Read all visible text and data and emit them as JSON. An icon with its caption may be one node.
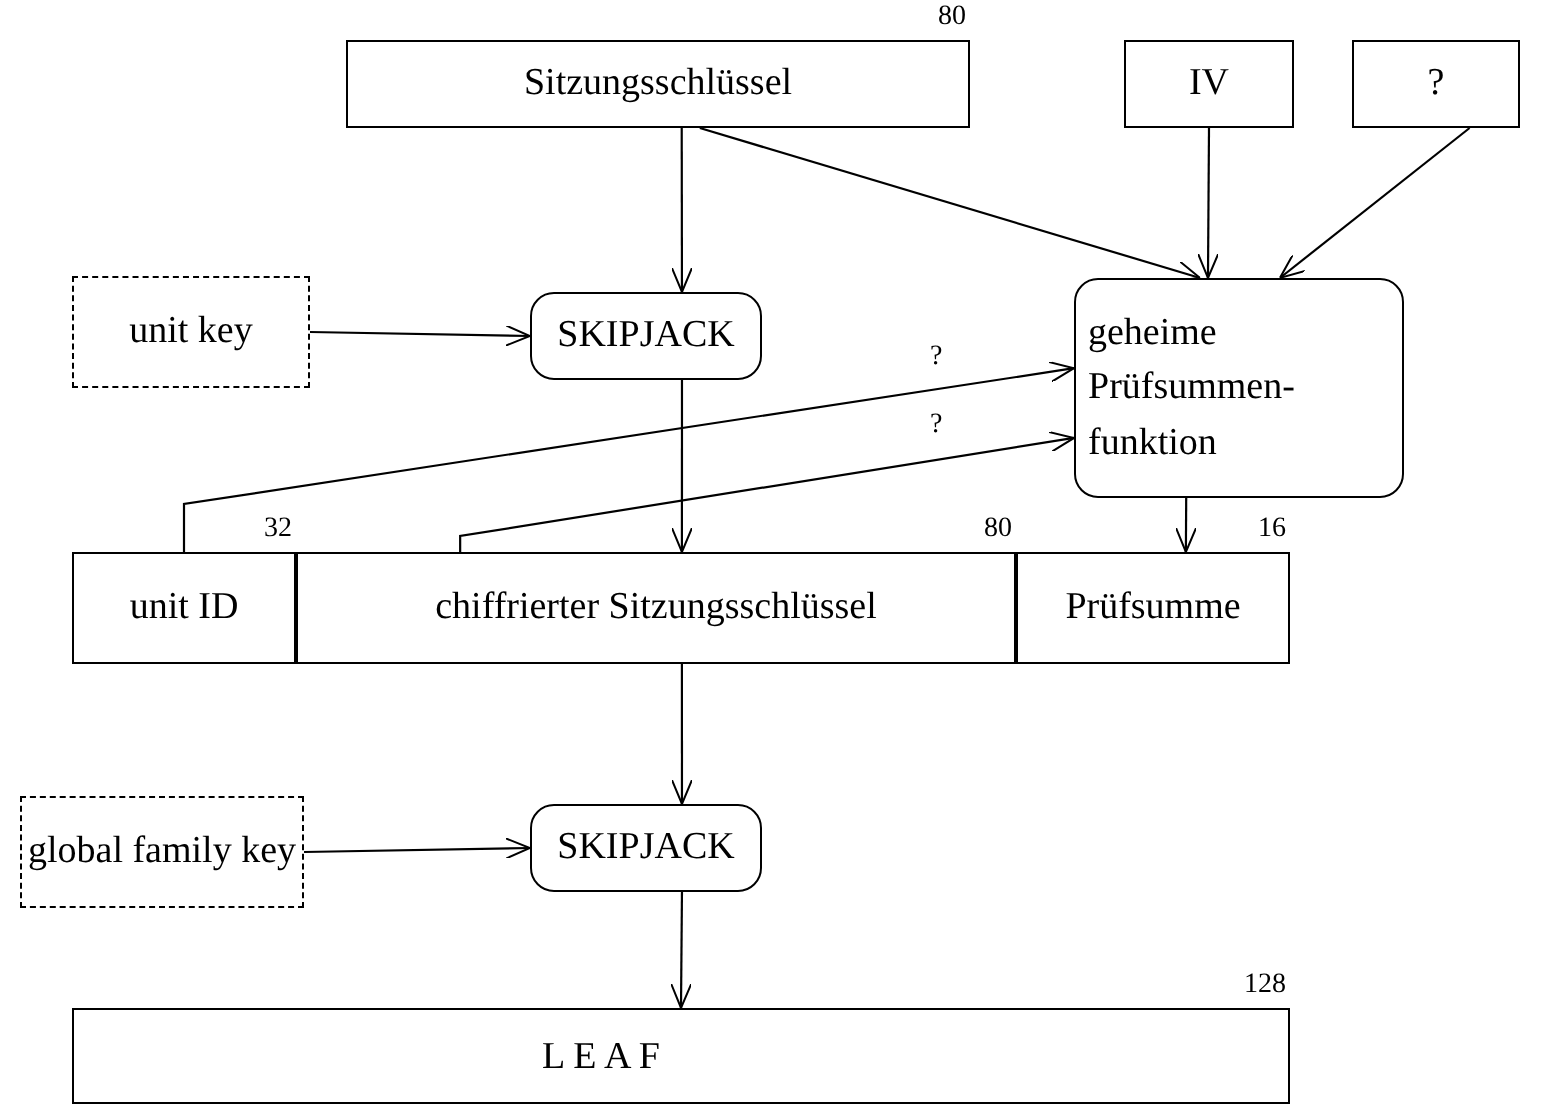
{
  "diagram": {
    "nodes": [
      {
        "text": [
          "Sitzungsschlüssel"
        ],
        "beside": [
          "80"
        ]
      },
      {
        "text": [
          "IV"
        ]
      },
      {
        "text": [
          "?"
        ]
      },
      {
        "text": [
          "unit key"
        ]
      },
      {
        "text": [
          "SKIPJACK"
        ]
      },
      {
        "text": [
          "geheime Prüfsummen- funktion"
        ]
      },
      {
        "text": [
          "unit ID"
        ],
        "beside": [
          "32"
        ]
      },
      {
        "text": [
          "chiffrierter Sitzungsschlüssel"
        ],
        "beside": [
          "80"
        ]
      },
      {
        "text": [
          "Prüfsumme"
        ],
        "beside": [
          "16"
        ]
      },
      {
        "text": [
          "global family key"
        ]
      },
      {
        "text": [
          "SKIPJACK"
        ]
      },
      {
        "text": [
          "L E A F"
        ],
        "beside": [
          "128"
        ]
      }
    ],
    "edges": [
      {
        "from": 0,
        "to": 4,
        "arrow": "to"
      },
      {
        "from": 0,
        "to": 5,
        "arrow": "to"
      },
      {
        "from": 1,
        "to": 5,
        "arrow": "to"
      },
      {
        "from": 2,
        "to": 5,
        "arrow": "to"
      },
      {
        "from": 3,
        "to": 4,
        "arrow": "to"
      },
      {
        "from": 4,
        "to": 7,
        "arrow": "to"
      },
      {
        "from": 6,
        "to": 5,
        "arrow": "to",
        "label": "?"
      },
      {
        "from": 7,
        "to": 5,
        "arrow": "to",
        "label": "?"
      },
      {
        "from": 5,
        "to": 8,
        "arrow": "to"
      },
      {
        "from": 7,
        "to": 10,
        "arrow": "to"
      },
      {
        "from": 9,
        "to": 10,
        "arrow": "to"
      },
      {
        "from": 10,
        "to": 11,
        "arrow": "to"
      }
    ]
  }
}
